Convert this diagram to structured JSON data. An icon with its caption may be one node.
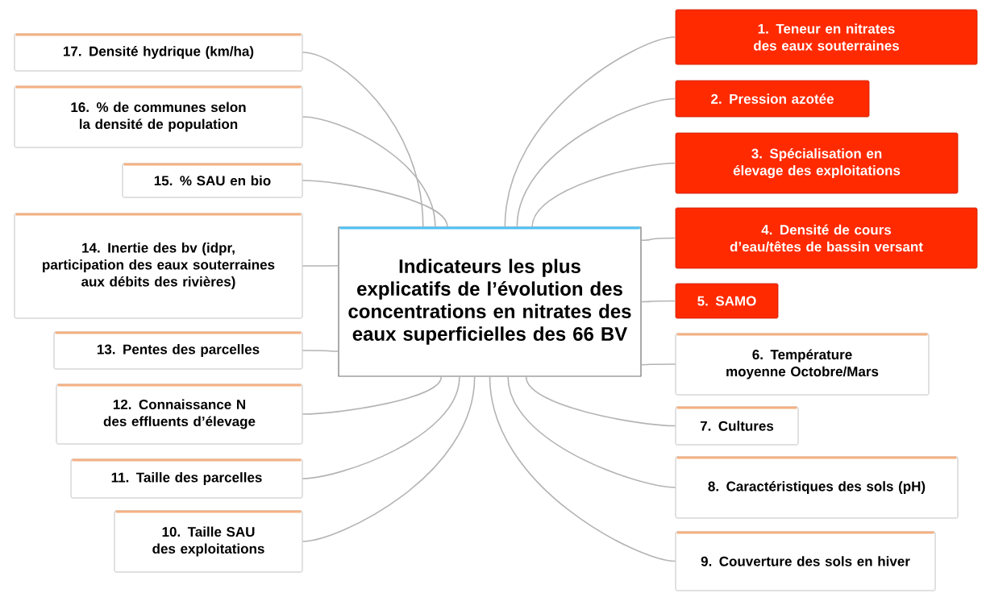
{
  "diagram": {
    "nodes": [
      {
        "text": [
          "Indicateurs les plus explicatifs de l’évolution des concentrations en nitrates des eaux superficielles des 66 BV"
        ]
      },
      {
        "text": [
          "1. Teneur en nitrates des eaux souterraines"
        ]
      },
      {
        "text": [
          "2. Pression azotée"
        ]
      },
      {
        "text": [
          "3. Spécialisation en élevage des exploitations"
        ]
      },
      {
        "text": [
          "4. Densité de cours d’eau/têtes de bassin versant"
        ]
      },
      {
        "text": [
          "5. SAMO"
        ]
      },
      {
        "text": [
          "6. Température moyenne Octobre/Mars"
        ]
      },
      {
        "text": [
          "7. Cultures"
        ]
      },
      {
        "text": [
          "8. Caractéristiques des sols (pH)"
        ]
      },
      {
        "text": [
          "9. Couverture des sols en hiver"
        ]
      },
      {
        "text": [
          "10. Taille SAU des exploitations"
        ]
      },
      {
        "text": [
          "11. Taille des parcelles"
        ]
      },
      {
        "text": [
          "12. Connaissance N des effluents d’élevage"
        ]
      },
      {
        "text": [
          "13. Pentes des parcelles"
        ]
      },
      {
        "text": [
          "14. Inertie des bv (idpr, participation des eaux souterraines aux débits des rivières)"
        ]
      },
      {
        "text": [
          "15. % SAU en bio"
        ]
      },
      {
        "text": [
          "16. % de communes selon la densité de population"
        ]
      },
      {
        "text": [
          "17. Densité hydrique (km/ha)"
        ]
      }
    ],
    "edges": [
      {
        "from": 0,
        "to": 1,
        "arrow": "none"
      },
      {
        "from": 0,
        "to": 2,
        "arrow": "none"
      },
      {
        "from": 0,
        "to": 3,
        "arrow": "none"
      },
      {
        "from": 0,
        "to": 4,
        "arrow": "none"
      },
      {
        "from": 0,
        "to": 5,
        "arrow": "none"
      },
      {
        "from": 0,
        "to": 6,
        "arrow": "none"
      },
      {
        "from": 0,
        "to": 7,
        "arrow": "none"
      },
      {
        "from": 0,
        "to": 8,
        "arrow": "none"
      },
      {
        "from": 0,
        "to": 9,
        "arrow": "none"
      },
      {
        "from": 0,
        "to": 10,
        "arrow": "none"
      },
      {
        "from": 0,
        "to": 11,
        "arrow": "none"
      },
      {
        "from": 0,
        "to": 12,
        "arrow": "none"
      },
      {
        "from": 0,
        "to": 13,
        "arrow": "none"
      },
      {
        "from": 0,
        "to": 14,
        "arrow": "none"
      },
      {
        "from": 0,
        "to": 15,
        "arrow": "none"
      },
      {
        "from": 0,
        "to": 16,
        "arrow": "none"
      },
      {
        "from": 0,
        "to": 17,
        "arrow": "none"
      }
    ]
  }
}
